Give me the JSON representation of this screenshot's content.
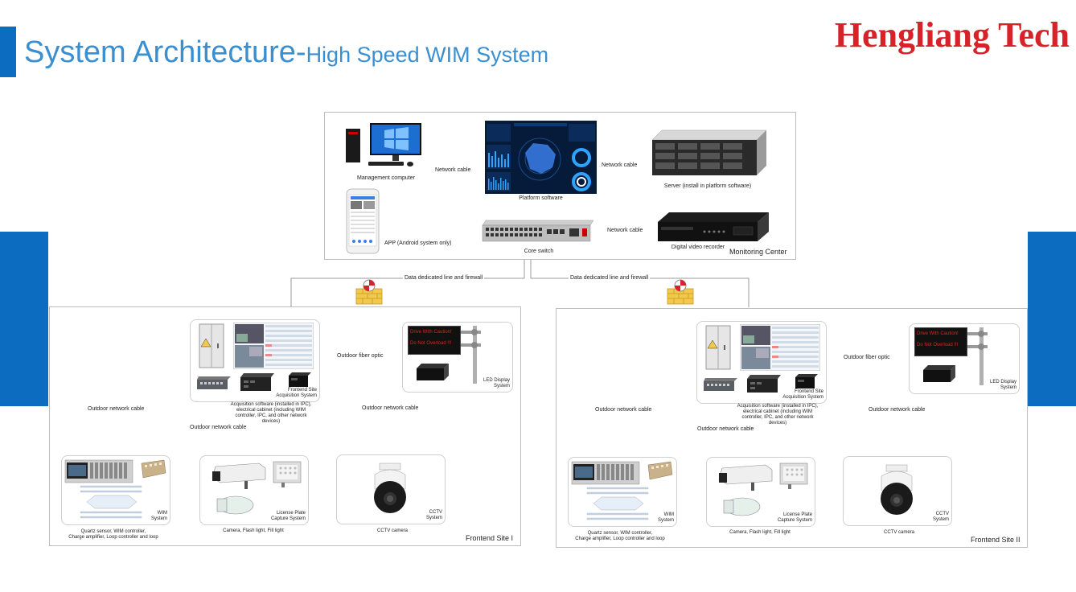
{
  "header": {
    "title_main": "System Architecture-",
    "title_sub": "High Speed WIM System",
    "brand": "Hengliang Tech"
  },
  "colors": {
    "title": "#3a8fd0",
    "brand": "#d8222a",
    "accent_blue": "#0b6cc0",
    "firewall": "#f2c94c",
    "led_text": "#e0241b"
  },
  "monitoring_center": {
    "label": "Monitoring Center",
    "management_computer": "Management computer",
    "platform_software": "Platform software",
    "server": "Server (install in platform software)",
    "app": "APP (Android system only)",
    "core_switch": "Core switch",
    "dvr": "Digital video recorder",
    "cable_left": "Network cable",
    "cable_server": "Network cable",
    "cable_dvr": "Network cable"
  },
  "links": {
    "left": "Data dedicated line and firewall",
    "right": "Data dedicated line and firewall"
  },
  "sites": [
    {
      "label": "Frontend Site I",
      "acq_title": "Frontend Site\nAcquisition System",
      "acq_desc": "Acquisition software (installed in IPC), electrical cabinet (including WIM controller, IPC, and other network devices)",
      "led_label": "LED Display\nSystem",
      "led_line1": "Drive With Caution!",
      "led_line2": "Do Not Overload !!!",
      "fiber": "Outdoor fiber optic",
      "net_left": "Outdoor network cable",
      "net_mid": "Outdoor network cable",
      "net_right": "Outdoor network cable",
      "wim_label": "WIM\nSystem",
      "wim_desc": "Quartz sensor, WIM controller,\nCharge amplifier, Loop controller and loop",
      "lpc_label": "License Plate\nCapture System",
      "lpc_desc": "Camera, Flash light, Fill light",
      "cctv_label": "CCTV\nSystem",
      "cctv_desc": "CCTV camera"
    },
    {
      "label": "Frontend Site II",
      "acq_title": "Frontend Site\nAcquisition System",
      "acq_desc": "Acquisition software (installed in IPC), electrical cabinet (including WIM controller, IPC, and other network devices)",
      "led_label": "LED Display\nSystem",
      "led_line1": "Drive With Caution!",
      "led_line2": "Do Not Overload !!!",
      "fiber": "Outdoor fiber optic",
      "net_left": "Outdoor network cable",
      "net_mid": "Outdoor network cable",
      "net_right": "Outdoor network cable",
      "wim_label": "WIM\nSystem",
      "wim_desc": "Quartz sensor, WIM controller,\nCharge amplifier, Loop controller and loop",
      "lpc_label": "License Plate\nCapture System",
      "lpc_desc": "Camera, Flash light, Fill light",
      "cctv_label": "CCTV\nSystem",
      "cctv_desc": "CCTV camera"
    }
  ]
}
